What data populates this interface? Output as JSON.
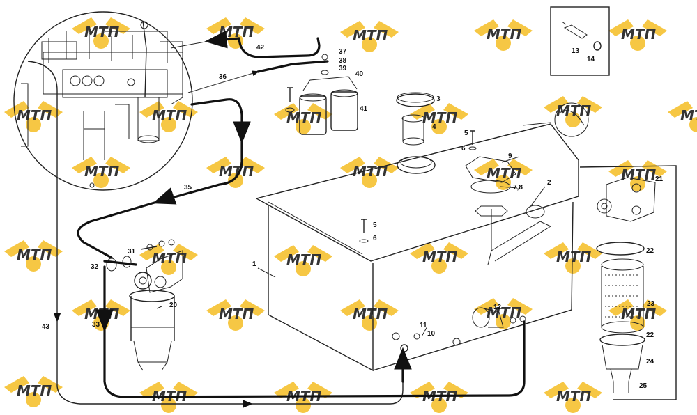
{
  "watermark": {
    "text": "МТП",
    "color": "#f6c43a"
  },
  "part_labels": [
    {
      "id": "1",
      "text": "1"
    },
    {
      "id": "2",
      "text": "2"
    },
    {
      "id": "3",
      "text": "3"
    },
    {
      "id": "4",
      "text": "4"
    },
    {
      "id": "5a",
      "text": "5"
    },
    {
      "id": "6a",
      "text": "6"
    },
    {
      "id": "5b",
      "text": "5"
    },
    {
      "id": "6b",
      "text": "6"
    },
    {
      "id": "78",
      "text": "7,8"
    },
    {
      "id": "9",
      "text": "9"
    },
    {
      "id": "10",
      "text": "10"
    },
    {
      "id": "11",
      "text": "11"
    },
    {
      "id": "12",
      "text": "12"
    },
    {
      "id": "13",
      "text": "13"
    },
    {
      "id": "14",
      "text": "14"
    },
    {
      "id": "20",
      "text": "20"
    },
    {
      "id": "21",
      "text": "21"
    },
    {
      "id": "22a",
      "text": "22"
    },
    {
      "id": "22b",
      "text": "22"
    },
    {
      "id": "23",
      "text": "23"
    },
    {
      "id": "24",
      "text": "24"
    },
    {
      "id": "25",
      "text": "25"
    },
    {
      "id": "31",
      "text": "31"
    },
    {
      "id": "32",
      "text": "32"
    },
    {
      "id": "33",
      "text": "33"
    },
    {
      "id": "35",
      "text": "35"
    },
    {
      "id": "36",
      "text": "36"
    },
    {
      "id": "37",
      "text": "37"
    },
    {
      "id": "38",
      "text": "38"
    },
    {
      "id": "39",
      "text": "39"
    },
    {
      "id": "40",
      "text": "40"
    },
    {
      "id": "41",
      "text": "41"
    },
    {
      "id": "42",
      "text": "42"
    },
    {
      "id": "43",
      "text": "43"
    }
  ]
}
